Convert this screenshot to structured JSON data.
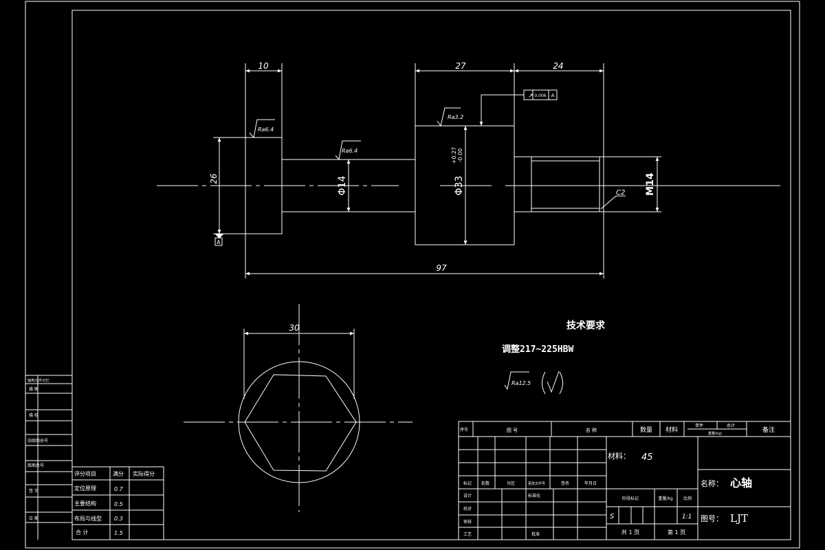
{
  "colors": {
    "background": "#000000",
    "line": "#ffffff"
  },
  "dimensions": {
    "d10": "10",
    "d27": "27",
    "d24": "24",
    "d97": "97",
    "d26": "26",
    "dia14": "Φ14",
    "dia33": "Φ33",
    "tol_upper": "+0.27",
    "tol_lower": "-0.00",
    "m14": "M14",
    "chamfer": "C2",
    "d30": "30"
  },
  "roughness": {
    "ra64a": "Ra6.4",
    "ra64b": "Ra6.4",
    "ra32": "Ra3.2",
    "ra125": "Ra12.5"
  },
  "tolerance_frame": {
    "symbol": "↗",
    "value": "0.006",
    "datum": "A"
  },
  "datum_label": "A",
  "tech": {
    "title": "技术要求",
    "line1": "调整217~225HBW"
  },
  "left_column": {
    "rows": [
      "轴类/活件记忆",
      "描   图",
      "描   校",
      "旧底图总号",
      "底图总号",
      "签   字",
      "日   期"
    ]
  },
  "score_table": {
    "headers": [
      "评分项目",
      "满分",
      "实际得分"
    ],
    "rows": [
      {
        "item": "定位原理",
        "full": "0.7",
        "actual": ""
      },
      {
        "item": "主要结构",
        "full": "0.5",
        "actual": ""
      },
      {
        "item": "布局与线型",
        "full": "0.3",
        "actual": ""
      },
      {
        "item": "合   计",
        "full": "1.5",
        "actual": ""
      }
    ]
  },
  "title_block": {
    "parts_header": {
      "seq": "序号",
      "code": "图   号",
      "name": "名   称",
      "qty": "数量",
      "material": "材料",
      "single": "单件",
      "total": "总计",
      "weight": "重量(kg)",
      "remarks": "备注"
    },
    "material_label": "材料：",
    "material_value": "45",
    "change_headers": [
      "标记",
      "处数",
      "分区",
      "更改文件号",
      "签名",
      "年月日"
    ],
    "signoff": [
      "设计",
      "校对",
      "审核",
      "工艺"
    ],
    "standardize": "标准化",
    "approve": "批准",
    "stage_label": "阶段标记",
    "weight_label": "重量/kg",
    "scale_label": "比例",
    "stage_value": "S",
    "scale_value": "1:1",
    "sheets_total": "共 1 页",
    "sheet_no": "第 1 页",
    "name_label": "名称：",
    "name_value": "心轴",
    "drawing_no_label": "图号：",
    "drawing_no_value": "LJT"
  }
}
